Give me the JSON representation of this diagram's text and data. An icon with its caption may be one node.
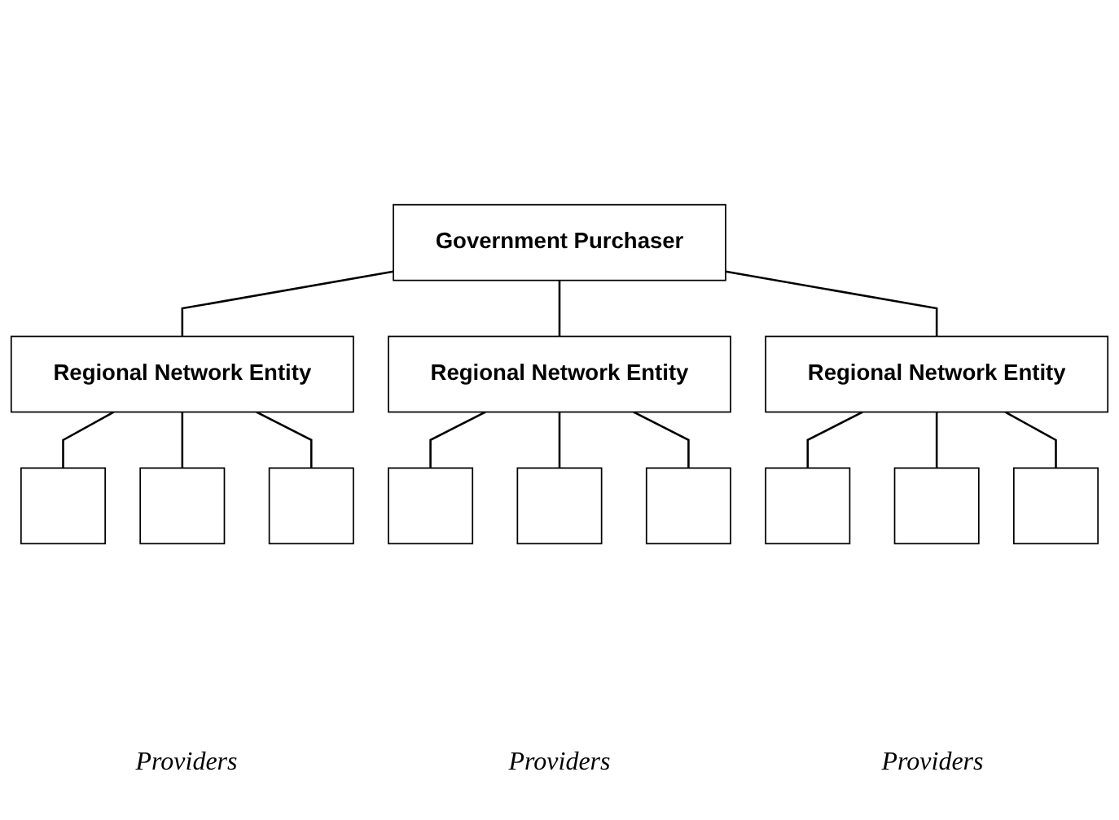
{
  "diagram": {
    "nodes": [
      {
        "text": [
          "Government Purchaser"
        ]
      },
      {
        "text": [
          "Regional Network Entity"
        ]
      },
      {
        "text": [
          "Regional Network Entity"
        ]
      },
      {
        "text": [
          "Regional Network Entity"
        ]
      },
      {
        "text": [],
        "shape": "box"
      },
      {
        "text": [],
        "shape": "box"
      },
      {
        "text": [],
        "shape": "box"
      },
      {
        "text": [],
        "shape": "box"
      },
      {
        "text": [],
        "shape": "box"
      },
      {
        "text": [],
        "shape": "box"
      },
      {
        "text": [],
        "shape": "box"
      },
      {
        "text": [],
        "shape": "box"
      },
      {
        "text": [],
        "shape": "box"
      }
    ],
    "edges": [
      {
        "from": 0,
        "to": 1,
        "arrow": "none"
      },
      {
        "from": 0,
        "to": 2,
        "arrow": "none"
      },
      {
        "from": 0,
        "to": 3,
        "arrow": "none"
      },
      {
        "from": 1,
        "to": 4,
        "arrow": "none"
      },
      {
        "from": 1,
        "to": 5,
        "arrow": "none"
      },
      {
        "from": 1,
        "to": 6,
        "arrow": "none"
      },
      {
        "from": 2,
        "to": 7,
        "arrow": "none"
      },
      {
        "from": 2,
        "to": 8,
        "arrow": "none"
      },
      {
        "from": 2,
        "to": 9,
        "arrow": "none"
      },
      {
        "from": 3,
        "to": 10,
        "arrow": "none"
      },
      {
        "from": 3,
        "to": 11,
        "arrow": "none"
      },
      {
        "from": 3,
        "to": 12,
        "arrow": "none"
      }
    ],
    "labels": [
      "Providers",
      "Providers",
      "Providers"
    ]
  }
}
